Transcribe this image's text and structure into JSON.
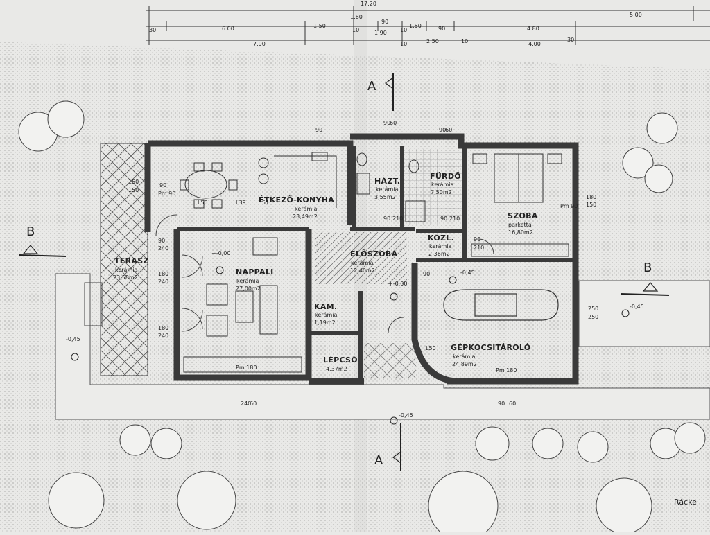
{
  "dimensions": {
    "top_total": "17.20",
    "row1": [
      "30",
      "6.00",
      "1.50",
      "10",
      "1.60",
      "10",
      "90",
      "1.50",
      "90",
      "4.80",
      "5.00"
    ],
    "row2": [
      "7.90",
      "1.90",
      "10",
      "2.50",
      "10",
      "4.00",
      "30"
    ],
    "misc": [
      "150",
      "90",
      "L50",
      "L39",
      "51",
      "150",
      "Pm 90",
      "Pm 90",
      "180",
      "150",
      "90",
      "240",
      "180",
      "240",
      "180",
      "240",
      "240",
      "60",
      "Pm 180",
      "Pm 180",
      "90",
      "60",
      "250",
      "250",
      "L50",
      "90",
      "210",
      "90",
      "210",
      "90",
      "210",
      "90",
      "90",
      "90",
      "60",
      "90",
      "60"
    ]
  },
  "levels": [
    "+-0,00",
    "+-0,00",
    "-0,45",
    "-0,45",
    "-0,45",
    "-0,45"
  ],
  "sections": {
    "a_top": "A",
    "a_bottom": "A",
    "b_left": "B",
    "b_right": "B"
  },
  "rooms": [
    {
      "name": "ÉTKEZŐ-KONYHA",
      "material": "kerámia",
      "area": "23,49m2"
    },
    {
      "name": "HÁZT.",
      "material": "kerámia",
      "area": "3,55m2"
    },
    {
      "name": "FÜRDŐ",
      "material": "kerámia",
      "area": "7,50m2"
    },
    {
      "name": "SZOBA",
      "material": "parketta",
      "area": "16,80m2"
    },
    {
      "name": "KÖZL.",
      "material": "kerámia",
      "area": "2,36m2"
    },
    {
      "name": "TERASZ",
      "material": "kerámia",
      "area": "23,58m2"
    },
    {
      "name": "NAPPALI",
      "material": "kerámia",
      "area": "27,00m2"
    },
    {
      "name": "ELŐSZOBA",
      "material": "kerámia",
      "area": "12,40m2"
    },
    {
      "name": "KAM.",
      "material": "kerámia",
      "area": "1,19m2"
    },
    {
      "name": "LÉPCSŐ",
      "material": "",
      "area": "4,37m2"
    },
    {
      "name": "GÉPKOCSITÁROLÓ",
      "material": "kerámia",
      "area": "24,89m2"
    }
  ],
  "corner_text": "Rácke",
  "colors": {
    "paper": "#e9e9e7",
    "ink": "#2a2a2a",
    "wall": "#4a4a4a"
  }
}
